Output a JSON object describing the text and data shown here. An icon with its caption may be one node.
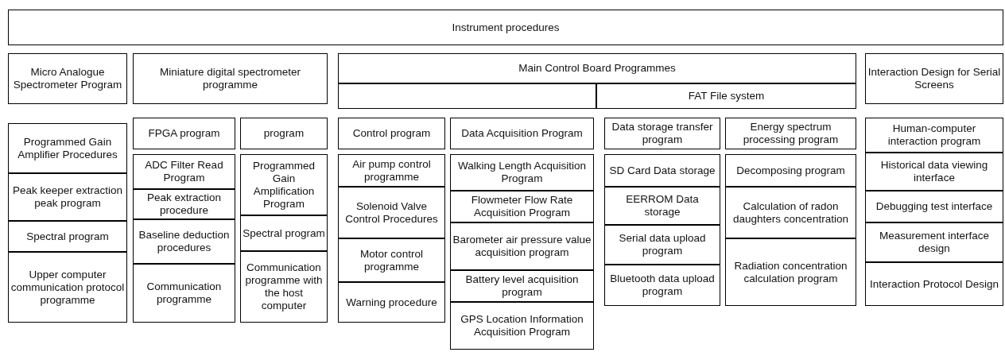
{
  "diagram": {
    "nodes": [
      {
        "text": [
          "Instrument procedures"
        ]
      },
      {
        "text": [
          "Micro Analogue Spectrometer Program"
        ]
      },
      {
        "text": [
          "Programmed Gain Amplifier Procedures"
        ]
      },
      {
        "text": [
          "Peak keeper extraction peak program"
        ]
      },
      {
        "text": [
          "Spectral program"
        ]
      },
      {
        "text": [
          "Upper computer communication protocol programme"
        ]
      },
      {
        "text": [
          "Miniature digital spectrometer programme"
        ]
      },
      {
        "text": [
          "FPGA program"
        ]
      },
      {
        "text": [
          "ADC Filter Read Program"
        ]
      },
      {
        "text": [
          "Peak extraction procedure"
        ]
      },
      {
        "text": [
          "Baseline deduction procedures"
        ]
      },
      {
        "text": [
          "Communication programme"
        ]
      },
      {
        "text": [
          "program"
        ]
      },
      {
        "text": [
          "Programmed Gain Amplification Program"
        ]
      },
      {
        "text": [
          "Spectral program"
        ]
      },
      {
        "text": [
          "Communication programme with the host computer"
        ]
      },
      {
        "text": [
          "Main Control Board Programmes"
        ]
      },
      {
        "text": [],
        "shape": "box"
      },
      {
        "text": [
          "FAT File system"
        ]
      },
      {
        "text": [
          "Control program"
        ]
      },
      {
        "text": [
          "Air pump control programme"
        ]
      },
      {
        "text": [
          "Solenoid Valve Control Procedures"
        ]
      },
      {
        "text": [
          "Motor control programme"
        ]
      },
      {
        "text": [
          "Warning procedure"
        ]
      },
      {
        "text": [
          "Data Acquisition Program"
        ]
      },
      {
        "text": [
          "Walking Length Acquisition Program"
        ]
      },
      {
        "text": [
          "Flowmeter Flow Rate Acquisition Program"
        ]
      },
      {
        "text": [
          "Barometer air pressure value acquisition program"
        ]
      },
      {
        "text": [
          "Battery level acquisition program"
        ]
      },
      {
        "text": [
          "GPS Location Information Acquisition Program"
        ]
      },
      {
        "text": [
          "Data storage transfer program"
        ]
      },
      {
        "text": [
          "SD Card Data storage"
        ]
      },
      {
        "text": [
          "EERROM Data storage"
        ]
      },
      {
        "text": [
          "Serial data upload program"
        ]
      },
      {
        "text": [
          "Bluetooth data upload program"
        ]
      },
      {
        "text": [
          "Energy spectrum processing program"
        ]
      },
      {
        "text": [
          "Decomposing program"
        ]
      },
      {
        "text": [
          "Calculation of radon daughters concentration"
        ]
      },
      {
        "text": [
          "Radiation concentration calculation program"
        ]
      },
      {
        "text": [
          "Interaction Design for Serial Screens"
        ]
      },
      {
        "text": [
          "Human-computer interaction program"
        ]
      },
      {
        "text": [
          "Historical data viewing interface"
        ]
      },
      {
        "text": [
          "Debugging test interface"
        ]
      },
      {
        "text": [
          "Measurement interface design"
        ]
      },
      {
        "text": [
          "Interaction Protocol Design"
        ]
      }
    ]
  }
}
